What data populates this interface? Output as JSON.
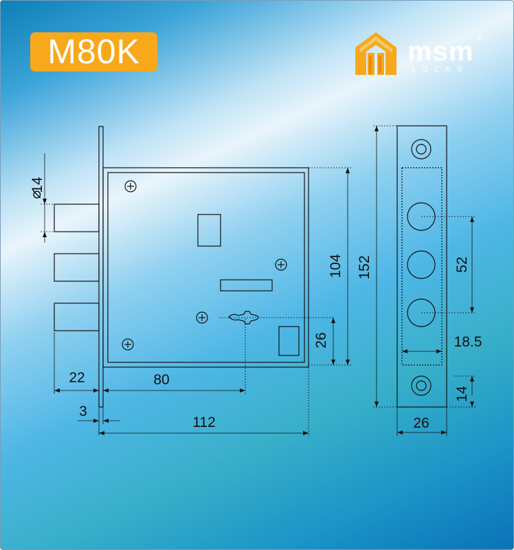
{
  "model": "M80K",
  "brand": {
    "name": "msm",
    "sub": "LOCKS",
    "registered": "®"
  },
  "colors": {
    "badge": "#f7a81b",
    "logo_orange": "#f7a81b",
    "line": "#111111"
  },
  "dimensions": {
    "d14": "14",
    "d22": "22",
    "d80": "80",
    "d3": "3",
    "d112": "112",
    "d104": "104",
    "d152": "152",
    "d26": "26",
    "d52": "52",
    "d18_5": "18.5",
    "d14b": "14",
    "d26b": "26"
  },
  "symbols": {
    "diameter": "⌀"
  }
}
